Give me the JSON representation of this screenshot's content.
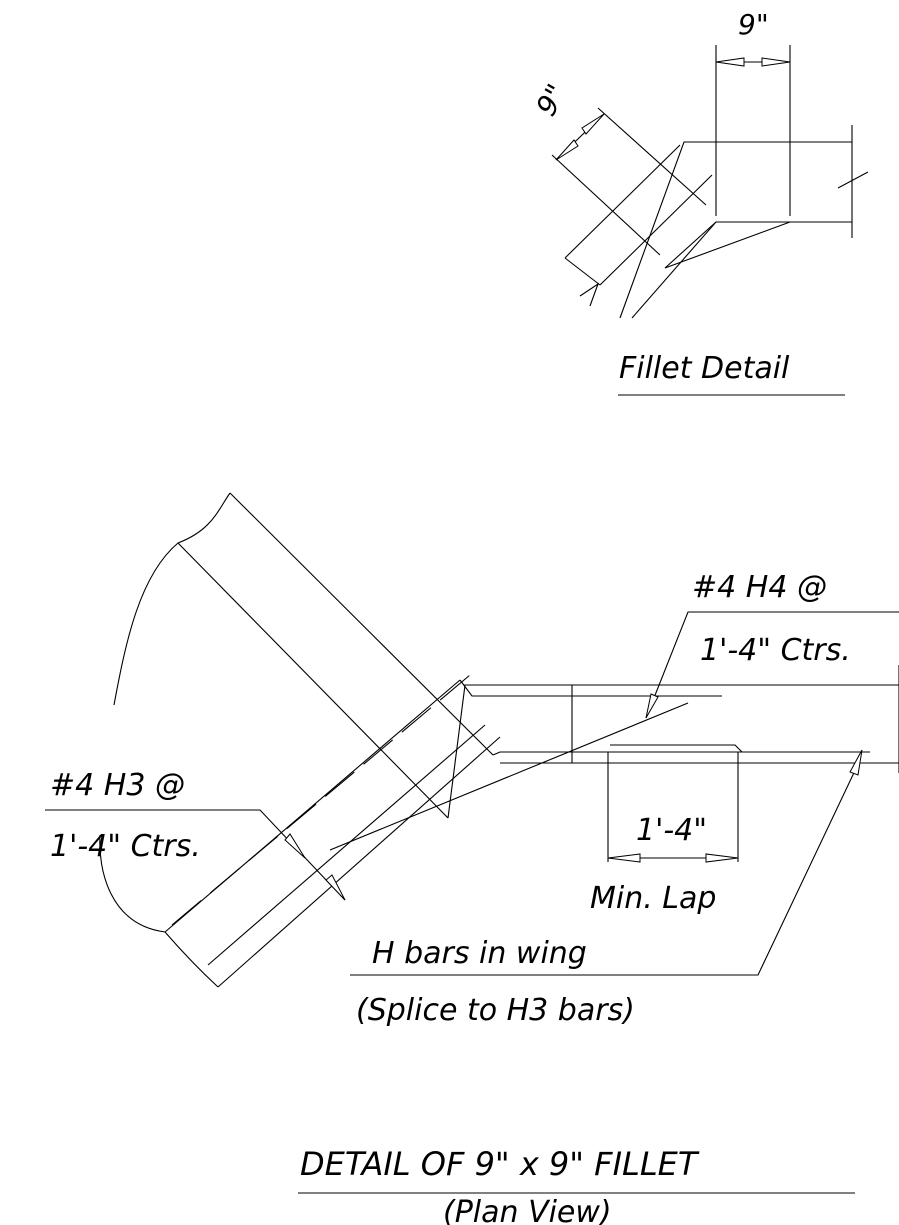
{
  "fillet_detail": {
    "title": "Fillet Detail",
    "dim_horizontal": "9\"",
    "dim_diagonal": "9\""
  },
  "plan_view": {
    "h4_label_line1": "#4 H4 @",
    "h4_label_line2": "1'-4\" Ctrs.",
    "h3_label_line1": "#4 H3 @",
    "h3_label_line2": "1'-4\" Ctrs.",
    "lap_dim": "1'-4\"",
    "lap_note": "Min. Lap",
    "wing_note_line1": "H  bars in wing",
    "wing_note_line2": "(Splice to H3  bars)",
    "title": "DETAIL OF  9\" x 9\" FILLET",
    "subtitle": "(Plan View)"
  }
}
